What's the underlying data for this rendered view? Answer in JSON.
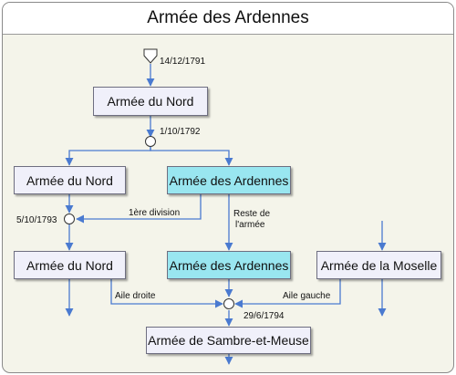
{
  "title": "Armée des Ardennes",
  "colors": {
    "frame_bg": "#f4f4ea",
    "box_fill": "#f0f0fa",
    "box_highlight": "#99e6f0",
    "line": "#4a7ad0"
  },
  "boxes": {
    "nord_top": "Armée du Nord",
    "nord_left": "Armée du Nord",
    "ardennes_1": "Armée des Ardennes",
    "nord_bottom": "Armée du Nord",
    "ardennes_2": "Armée des Ardennes",
    "moselle": "Armée de la Moselle",
    "sambre_meuse": "Armée de Sambre-et-Meuse"
  },
  "labels": {
    "date_start": "14/12/1791",
    "date_split": "1/10/1792",
    "date_merge_1": "5/10/1793",
    "date_merge_2": "29/6/1794",
    "first_division": "1ère division",
    "rest_line1": "Reste de",
    "rest_line2": "l'armée",
    "right_wing": "Aile droite",
    "left_wing": "Aile gauche"
  }
}
